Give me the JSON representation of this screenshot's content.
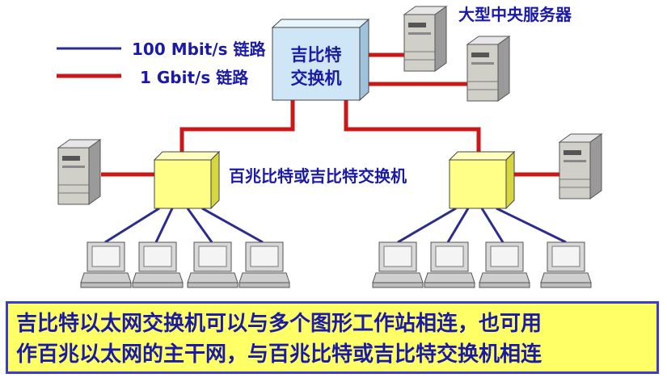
{
  "legend": {
    "fast_label": "100 Mbit/s 链路",
    "gigabit_label": "1 Gbit/s 链路",
    "fast_color": "#2c2c8c",
    "gigabit_color": "#c81818"
  },
  "gigabit_switch": {
    "line1": "吉比特",
    "line2": "交换机"
  },
  "central_server_label": "大型中央服务器",
  "edge_switch_label": "百兆比特或吉比特交换机",
  "caption": {
    "line1": "吉比特以太网交换机可以与多个图形工作站相连，也可用",
    "line2": "作百兆以太网的主干网，与百兆比特或吉比特交换机相连"
  },
  "colors": {
    "switch_fill": "#cfe6f7",
    "edge_switch_fill": "#ffff88",
    "caption_fill": "#ffff66",
    "text": "#1a1aa6"
  }
}
